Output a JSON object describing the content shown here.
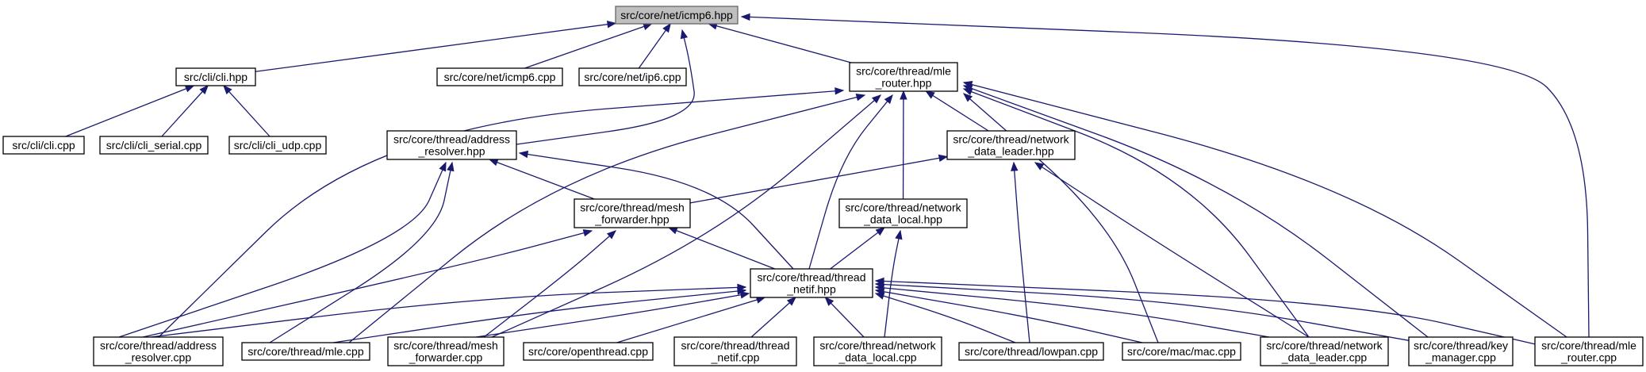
{
  "colors": {
    "edge": "#191970",
    "node_border": "#000000",
    "node_fill": "#ffffff",
    "root_fill": "#bfbfbf",
    "root_border": "#666666"
  },
  "nodes": [
    {
      "id": "icmp6_hpp",
      "lines": [
        "src/core/net/icmp6.hpp"
      ],
      "root": true
    },
    {
      "id": "cli_hpp",
      "lines": [
        "src/cli/cli.hpp"
      ]
    },
    {
      "id": "icmp6_cpp",
      "lines": [
        "src/core/net/icmp6.cpp"
      ]
    },
    {
      "id": "ip6_cpp",
      "lines": [
        "src/core/net/ip6.cpp"
      ]
    },
    {
      "id": "mle_router_hpp",
      "lines": [
        "src/core/thread/mle",
        "_router.hpp"
      ]
    },
    {
      "id": "cli_cpp",
      "lines": [
        "src/cli/cli.cpp"
      ]
    },
    {
      "id": "cli_serial_cpp",
      "lines": [
        "src/cli/cli_serial.cpp"
      ]
    },
    {
      "id": "cli_udp_cpp",
      "lines": [
        "src/cli/cli_udp.cpp"
      ]
    },
    {
      "id": "address_resolver_hpp",
      "lines": [
        "src/core/thread/address",
        "_resolver.hpp"
      ]
    },
    {
      "id": "network_data_leader_hpp",
      "lines": [
        "src/core/thread/network",
        "_data_leader.hpp"
      ]
    },
    {
      "id": "mesh_forwarder_hpp",
      "lines": [
        "src/core/thread/mesh",
        "_forwarder.hpp"
      ]
    },
    {
      "id": "network_data_local_hpp",
      "lines": [
        "src/core/thread/network",
        "_data_local.hpp"
      ]
    },
    {
      "id": "thread_netif_hpp",
      "lines": [
        "src/core/thread/thread",
        "_netif.hpp"
      ]
    },
    {
      "id": "address_resolver_cpp",
      "lines": [
        "src/core/thread/address",
        "_resolver.cpp"
      ]
    },
    {
      "id": "mle_cpp",
      "lines": [
        "src/core/thread/mle.cpp"
      ]
    },
    {
      "id": "mesh_forwarder_cpp",
      "lines": [
        "src/core/thread/mesh",
        "_forwarder.cpp"
      ]
    },
    {
      "id": "openthread_cpp",
      "lines": [
        "src/core/openthread.cpp"
      ]
    },
    {
      "id": "thread_netif_cpp",
      "lines": [
        "src/core/thread/thread",
        "_netif.cpp"
      ]
    },
    {
      "id": "network_data_local_cpp",
      "lines": [
        "src/core/thread/network",
        "_data_local.cpp"
      ]
    },
    {
      "id": "lowpan_cpp",
      "lines": [
        "src/core/thread/lowpan.cpp"
      ]
    },
    {
      "id": "mac_cpp",
      "lines": [
        "src/core/mac/mac.cpp"
      ]
    },
    {
      "id": "network_data_leader_cpp",
      "lines": [
        "src/core/thread/network",
        "_data_leader.cpp"
      ]
    },
    {
      "id": "key_manager_cpp",
      "lines": [
        "src/core/thread/key",
        "_manager.cpp"
      ]
    },
    {
      "id": "mle_router_cpp",
      "lines": [
        "src/core/thread/mle",
        "_router.cpp"
      ]
    }
  ],
  "edges": [
    {
      "from": "cli_hpp",
      "to": "icmp6_hpp"
    },
    {
      "from": "icmp6_cpp",
      "to": "icmp6_hpp"
    },
    {
      "from": "ip6_cpp",
      "to": "icmp6_hpp"
    },
    {
      "from": "address_resolver_hpp",
      "to": "icmp6_hpp"
    },
    {
      "from": "mle_router_hpp",
      "to": "icmp6_hpp"
    },
    {
      "from": "mle_router_cpp",
      "to": "icmp6_hpp"
    },
    {
      "from": "cli_cpp",
      "to": "cli_hpp"
    },
    {
      "from": "cli_serial_cpp",
      "to": "cli_hpp"
    },
    {
      "from": "cli_udp_cpp",
      "to": "cli_hpp"
    },
    {
      "from": "address_resolver_cpp",
      "to": "mle_router_hpp"
    },
    {
      "from": "mle_cpp",
      "to": "mle_router_hpp"
    },
    {
      "from": "mesh_forwarder_cpp",
      "to": "mle_router_hpp"
    },
    {
      "from": "thread_netif_hpp",
      "to": "mle_router_hpp"
    },
    {
      "from": "network_data_local_hpp",
      "to": "mle_router_hpp"
    },
    {
      "from": "network_data_leader_hpp",
      "to": "mle_router_hpp"
    },
    {
      "from": "mac_cpp",
      "to": "mle_router_hpp"
    },
    {
      "from": "network_data_leader_cpp",
      "to": "mle_router_hpp"
    },
    {
      "from": "key_manager_cpp",
      "to": "mle_router_hpp"
    },
    {
      "from": "mle_router_cpp",
      "to": "mle_router_hpp"
    },
    {
      "from": "mesh_forwarder_hpp",
      "to": "address_resolver_hpp"
    },
    {
      "from": "thread_netif_hpp",
      "to": "address_resolver_hpp"
    },
    {
      "from": "address_resolver_cpp",
      "to": "address_resolver_hpp"
    },
    {
      "from": "mle_cpp",
      "to": "address_resolver_hpp"
    },
    {
      "from": "mesh_forwarder_hpp",
      "to": "network_data_leader_hpp"
    },
    {
      "from": "lowpan_cpp",
      "to": "network_data_leader_hpp"
    },
    {
      "from": "network_data_leader_cpp",
      "to": "network_data_leader_hpp"
    },
    {
      "from": "thread_netif_hpp",
      "to": "mesh_forwarder_hpp"
    },
    {
      "from": "address_resolver_cpp",
      "to": "mesh_forwarder_hpp"
    },
    {
      "from": "mesh_forwarder_cpp",
      "to": "mesh_forwarder_hpp"
    },
    {
      "from": "thread_netif_hpp",
      "to": "network_data_local_hpp"
    },
    {
      "from": "network_data_local_cpp",
      "to": "network_data_local_hpp"
    },
    {
      "from": "address_resolver_cpp",
      "to": "thread_netif_hpp"
    },
    {
      "from": "mle_cpp",
      "to": "thread_netif_hpp"
    },
    {
      "from": "mesh_forwarder_cpp",
      "to": "thread_netif_hpp"
    },
    {
      "from": "openthread_cpp",
      "to": "thread_netif_hpp"
    },
    {
      "from": "thread_netif_cpp",
      "to": "thread_netif_hpp"
    },
    {
      "from": "network_data_local_cpp",
      "to": "thread_netif_hpp"
    },
    {
      "from": "lowpan_cpp",
      "to": "thread_netif_hpp"
    },
    {
      "from": "mac_cpp",
      "to": "thread_netif_hpp"
    },
    {
      "from": "network_data_leader_cpp",
      "to": "thread_netif_hpp"
    },
    {
      "from": "key_manager_cpp",
      "to": "thread_netif_hpp"
    },
    {
      "from": "mle_router_cpp",
      "to": "thread_netif_hpp"
    }
  ]
}
